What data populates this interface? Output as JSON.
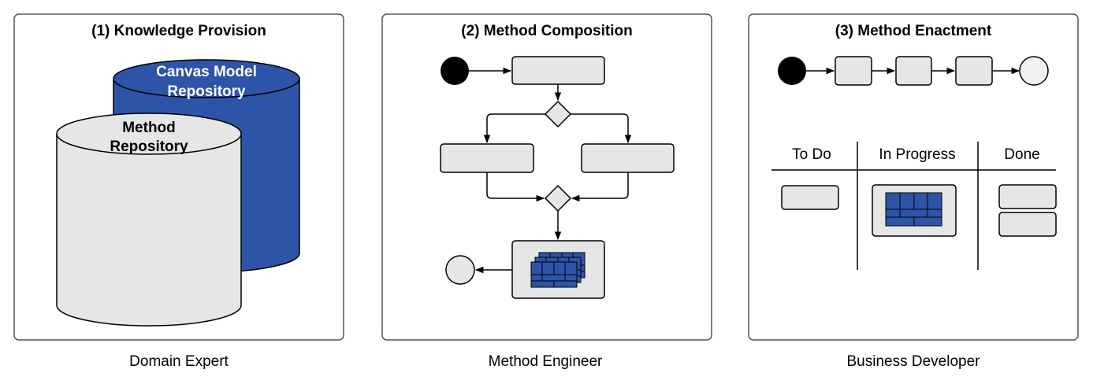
{
  "panels": [
    {
      "title": "(1) Knowledge Provision",
      "role": "Domain Expert"
    },
    {
      "title": "(2) Method Composition",
      "role": "Method Engineer"
    },
    {
      "title": "(3) Method Enactment",
      "role": "Business Developer"
    }
  ],
  "repositories": {
    "canvas_model": {
      "line1": "Canvas Model",
      "line2": "Repository"
    },
    "method": {
      "line1": "Method",
      "line2": "Repository"
    }
  },
  "kanban": {
    "columns": [
      "To Do",
      "In Progress",
      "Done"
    ]
  },
  "colors": {
    "blue": "#2e54a8",
    "grey_fill": "#e6e6e6",
    "canvas_grey": "#d9d9d9",
    "line": "#000000",
    "panel_border": "#555555"
  }
}
